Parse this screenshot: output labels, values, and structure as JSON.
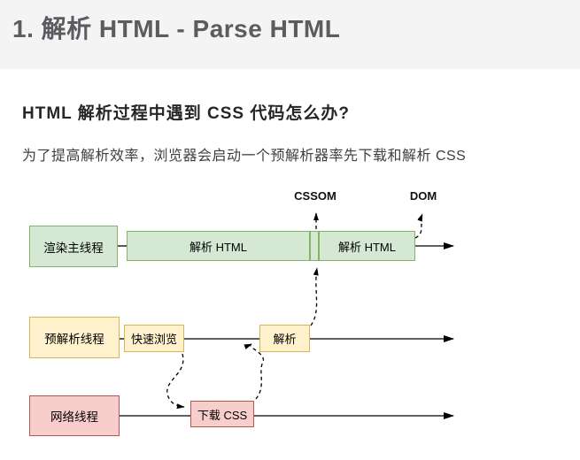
{
  "header": {
    "title": "1. 解析 HTML - Parse HTML"
  },
  "content": {
    "question": "HTML  解析过程中遇到  CSS  代码怎么办?",
    "answer": "为了提高解析效率，浏览器会启动一个预解析器率先下载和解析  CSS"
  },
  "diagram": {
    "lanes": {
      "render": "渲染主线程",
      "preparse": "预解析线程",
      "network": "网络线程"
    },
    "boxes": {
      "parse_html_a": "解析 HTML",
      "parse_html_b": "解析 HTML",
      "quick_scan": "快速浏览",
      "parse": "解析",
      "download_css": "下载 CSS"
    },
    "outputs": {
      "cssom": "CSSOM",
      "dom": "DOM"
    },
    "colors": {
      "render_fill": "#d5e8d4",
      "render_stroke": "#82b366",
      "preparse_fill": "#fff2cc",
      "preparse_stroke": "#d6b656",
      "network_fill": "#f8cecc",
      "network_stroke": "#b85450",
      "wire": "#000000",
      "header_band": "#f4f4f5",
      "title_text": "#5b5b60"
    }
  }
}
